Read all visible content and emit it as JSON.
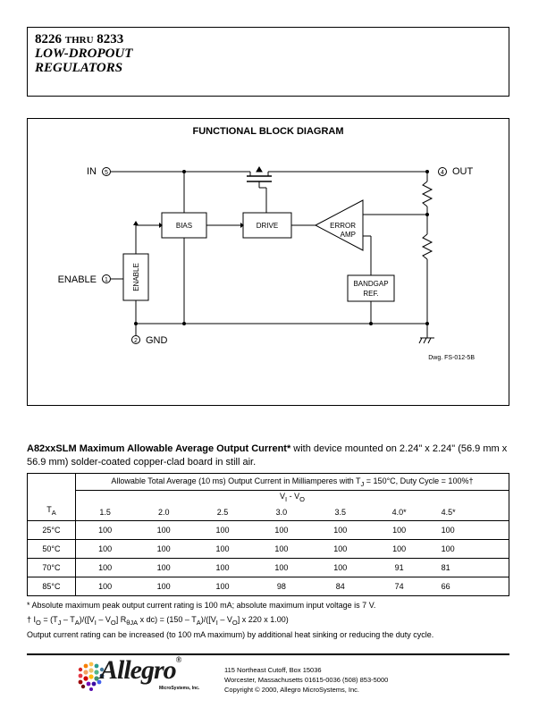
{
  "header": {
    "part_from": "8226",
    "thru": "THRU",
    "part_to": "8233",
    "title_line1": "LOW-DROPOUT",
    "title_line2": "REGULATORS"
  },
  "diagram": {
    "title": "FUNCTIONAL BLOCK DIAGRAM",
    "pin_in_label": "IN",
    "pin_in_num": "5",
    "pin_out_label": "OUT",
    "pin_out_num": "4",
    "pin_enable_label": "ENABLE",
    "pin_enable_num": "1",
    "pin_gnd_label": "GND",
    "pin_gnd_num": "2",
    "block_bias": "BIAS",
    "block_drive": "DRIVE",
    "block_enable": "ENABLE",
    "error_amp_line1": "ERROR",
    "error_amp_line2": "AMP",
    "bandgap_line1": "BANDGAP",
    "bandgap_line2": "REF.",
    "dwg_number": "Dwg. FS-012-5B"
  },
  "section": {
    "title_bold": "A82xxSLM Maximum Allowable Average Output Current",
    "title_mark": "*",
    "title_rest": " with device mounted on 2.24\" x 2.24\" (56.9 mm x 56.9 mm) solder-coated copper-clad board in still air."
  },
  "table": {
    "header_pre": "Allowable Total Average (10 ms) Output Current in Milliamperes with T",
    "header_sub": "J",
    "header_post": " = 150°C, Duty Cycle = 100%†",
    "vi_vo_label": "V",
    "vi_sub": "I",
    "vi_dash": " - V",
    "vo_sub": "O",
    "ta_label": "T",
    "ta_sub": "A",
    "columns": [
      "1.5",
      "2.0",
      "2.5",
      "3.0",
      "3.5",
      "4.0*",
      "4.5*"
    ],
    "rows": [
      {
        "ta": "25°C",
        "values": [
          "100",
          "100",
          "100",
          "100",
          "100",
          "100",
          "100"
        ]
      },
      {
        "ta": "50°C",
        "values": [
          "100",
          "100",
          "100",
          "100",
          "100",
          "100",
          "100"
        ]
      },
      {
        "ta": "70°C",
        "values": [
          "100",
          "100",
          "100",
          "100",
          "100",
          "91",
          "81"
        ]
      },
      {
        "ta": "85°C",
        "values": [
          "100",
          "100",
          "100",
          "98",
          "84",
          "74",
          "66"
        ]
      }
    ]
  },
  "notes": {
    "note1": "*  Absolute maximum peak output current rating is 100 mA; absolute maximum input voltage is 7 V.",
    "note2_html_text": "†  I",
    "note2_a": "O",
    "note2_b": " = (T",
    "note2_c": "J",
    "note2_d": " – T",
    "note2_e": "A",
    "note2_f": ")/([V",
    "note2_g": "I",
    "note2_h": " – V",
    "note2_i": "O",
    "note2_j": "] R",
    "note2_k": "θJA",
    "note2_l": " x dc) = (150 – T",
    "note2_m": "A",
    "note2_n": ")/([V",
    "note2_o": "I",
    "note2_p": " – V",
    "note2_q": "O",
    "note2_r": "] x 220 x 1.00)",
    "note3": "Output current rating can be increased (to 100 mA maximum) by additional heat sinking or reducing the duty cycle."
  },
  "footer": {
    "logo": "Allegro",
    "logo_reg": "®",
    "logo_sub": "MicroSystems, Inc.",
    "addr1": "115 Northeast Cutoff, Box 15036",
    "addr2": "Worcester, Massachusetts 01615-0036  (508) 853-5000",
    "addr3": "Copyright © 2000, Allegro MicroSystems, Inc."
  }
}
